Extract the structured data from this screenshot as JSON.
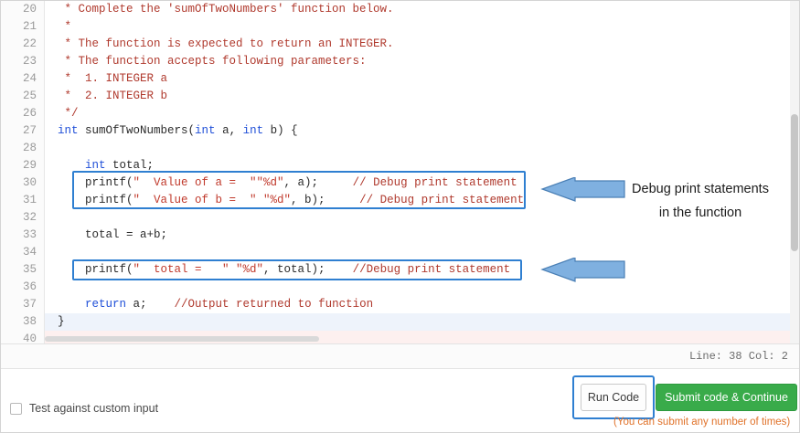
{
  "editor": {
    "gutter_start": 20,
    "line_numbers": [
      "20",
      "21",
      "22",
      "23",
      "24",
      "25",
      "26",
      "27",
      "28",
      "29",
      "30",
      "31",
      "32",
      "33",
      "34",
      "35",
      "36",
      "37",
      "38",
      "40"
    ],
    "lines": [
      {
        "n": "20",
        "tokens": [
          {
            "t": "cmt",
            "s": " * Complete the 'sumOfTwoNumbers' function below."
          }
        ]
      },
      {
        "n": "21",
        "tokens": [
          {
            "t": "cmt",
            "s": " *"
          }
        ]
      },
      {
        "n": "22",
        "tokens": [
          {
            "t": "cmt",
            "s": " * The function is expected to return an INTEGER."
          }
        ]
      },
      {
        "n": "23",
        "tokens": [
          {
            "t": "cmt",
            "s": " * The function accepts following parameters:"
          }
        ]
      },
      {
        "n": "24",
        "tokens": [
          {
            "t": "cmt",
            "s": " *  1. INTEGER a"
          }
        ]
      },
      {
        "n": "25",
        "tokens": [
          {
            "t": "cmt",
            "s": " *  2. INTEGER b"
          }
        ]
      },
      {
        "n": "26",
        "tokens": [
          {
            "t": "cmt",
            "s": " */"
          }
        ]
      },
      {
        "n": "27",
        "tokens": [
          {
            "t": "kw",
            "s": "int"
          },
          {
            "t": "plain",
            "s": " sumOfTwoNumbers("
          },
          {
            "t": "kw",
            "s": "int"
          },
          {
            "t": "plain",
            "s": " a, "
          },
          {
            "t": "kw",
            "s": "int"
          },
          {
            "t": "plain",
            "s": " b) {"
          }
        ]
      },
      {
        "n": "28",
        "tokens": [
          {
            "t": "plain",
            "s": ""
          }
        ]
      },
      {
        "n": "29",
        "tokens": [
          {
            "t": "plain",
            "s": "    "
          },
          {
            "t": "kw",
            "s": "int"
          },
          {
            "t": "plain",
            "s": " total;"
          }
        ]
      },
      {
        "n": "30",
        "tokens": [
          {
            "t": "plain",
            "s": "    printf("
          },
          {
            "t": "str",
            "s": "\"  Value of a =  \"\"%d\""
          },
          {
            "t": "plain",
            "s": ", a);     "
          },
          {
            "t": "cmt",
            "s": "// Debug print statement"
          }
        ]
      },
      {
        "n": "31",
        "tokens": [
          {
            "t": "plain",
            "s": "    printf("
          },
          {
            "t": "str",
            "s": "\"  Value of b =  \" \"%d\""
          },
          {
            "t": "plain",
            "s": ", b);     "
          },
          {
            "t": "cmt",
            "s": "// Debug print statement"
          }
        ]
      },
      {
        "n": "32",
        "tokens": [
          {
            "t": "plain",
            "s": ""
          }
        ]
      },
      {
        "n": "33",
        "tokens": [
          {
            "t": "plain",
            "s": "    total = a+b;"
          }
        ]
      },
      {
        "n": "34",
        "tokens": [
          {
            "t": "plain",
            "s": ""
          }
        ]
      },
      {
        "n": "35",
        "tokens": [
          {
            "t": "plain",
            "s": "    printf("
          },
          {
            "t": "str",
            "s": "\"  total =   \" \"%d\""
          },
          {
            "t": "plain",
            "s": ", total);    "
          },
          {
            "t": "cmt",
            "s": "//Debug print statement"
          }
        ]
      },
      {
        "n": "36",
        "tokens": [
          {
            "t": "plain",
            "s": ""
          }
        ]
      },
      {
        "n": "37",
        "tokens": [
          {
            "t": "plain",
            "s": "    "
          },
          {
            "t": "kw",
            "s": "return"
          },
          {
            "t": "plain",
            "s": " a;    "
          },
          {
            "t": "cmt",
            "s": "//Output returned to function"
          }
        ]
      },
      {
        "n": "38",
        "tokens": [
          {
            "t": "plain",
            "s": "}"
          }
        ]
      },
      {
        "n": "40",
        "tokens": [
          {
            "t": "plain",
            "s": ""
          }
        ]
      }
    ],
    "status": "Line: 38 Col: 2"
  },
  "annotation": {
    "text": "Debug print statements in the function",
    "arrow_color": "#6fa8dc",
    "box_color": "#2f7fd1"
  },
  "bottom": {
    "custom_input_label": "Test against custom input",
    "run_label": "Run Code",
    "submit_label": "Submit code & Continue",
    "submit_note": "(You can submit any number of times)"
  }
}
